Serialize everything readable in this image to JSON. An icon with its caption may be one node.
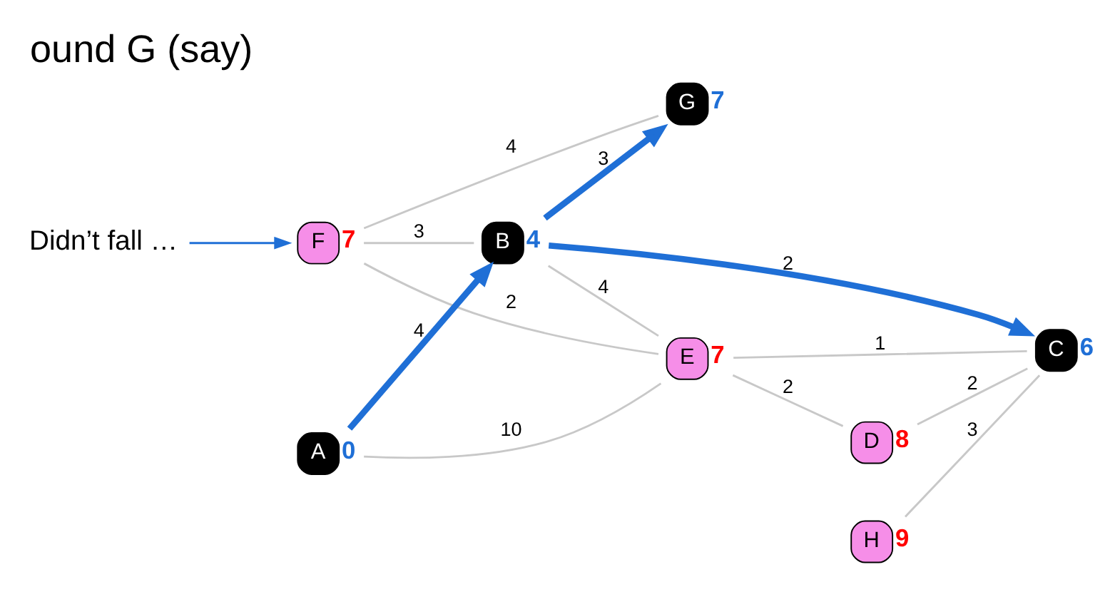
{
  "diagram": {
    "title": "ound G (say)",
    "nodes": [
      {
        "text": [
          "F"
        ],
        "beside": [
          "7"
        ]
      },
      {
        "text": [
          "Didn’t fall …"
        ]
      },
      {
        "text": [
          "E"
        ],
        "beside": [
          "7"
        ]
      },
      {
        "text": [
          "G"
        ],
        "beside": [
          "7"
        ]
      },
      {
        "text": [
          "A"
        ],
        "beside": [
          "0"
        ]
      },
      {
        "text": [
          "B"
        ],
        "beside": [
          "4"
        ]
      },
      {
        "text": [
          "D"
        ],
        "beside": [
          "8"
        ]
      },
      {
        "text": [
          "H"
        ],
        "beside": [
          "9"
        ]
      },
      {
        "text": [
          "C"
        ],
        "beside": [
          "6"
        ]
      }
    ],
    "edges": [
      {
        "from": 1,
        "to": 0,
        "arrow": "to",
        "color": "#1f6fd6"
      },
      {
        "from": 3,
        "to": 0,
        "arrow": "none",
        "label": "4"
      },
      {
        "from": 0,
        "to": 5,
        "arrow": "none",
        "label": "3"
      },
      {
        "from": 0,
        "to": 2,
        "arrow": "none",
        "label": "2"
      },
      {
        "from": 4,
        "to": 2,
        "arrow": "none",
        "label": "10"
      },
      {
        "from": 5,
        "to": 3,
        "arrow": "to",
        "label": "3",
        "style": "thick",
        "color": "#1f6fd6"
      },
      {
        "from": 4,
        "to": 5,
        "arrow": "to",
        "label": "4",
        "style": "thick",
        "color": "#1f6fd6"
      },
      {
        "from": 5,
        "to": 2,
        "arrow": "none",
        "label": "4"
      },
      {
        "from": 2,
        "to": 6,
        "arrow": "none",
        "label": "2"
      },
      {
        "from": 2,
        "to": 8,
        "arrow": "none",
        "label": "1"
      },
      {
        "from": 5,
        "to": 8,
        "arrow": "to",
        "label": "2",
        "style": "thick",
        "color": "#1f6fd6"
      },
      {
        "from": 6,
        "to": 8,
        "arrow": "none",
        "label": "2"
      },
      {
        "from": 7,
        "to": 8,
        "arrow": "none",
        "label": "3"
      }
    ]
  }
}
